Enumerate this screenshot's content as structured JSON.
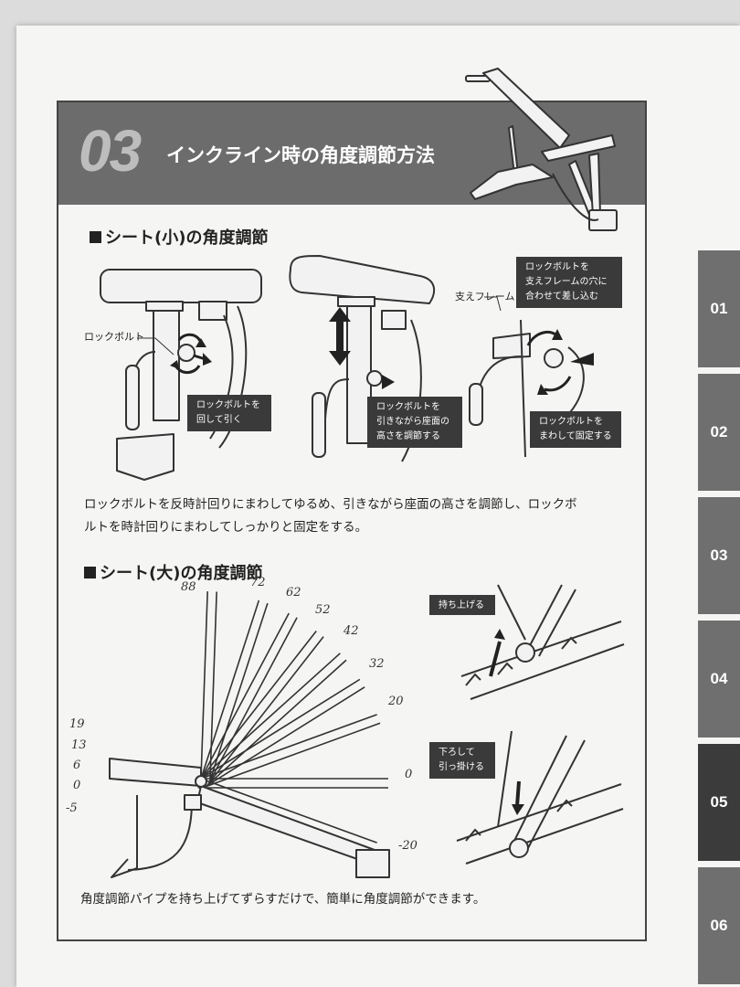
{
  "header": {
    "section_number": "03",
    "title": "インクライン時の角度調節方法"
  },
  "section_small": {
    "heading": "シート(小)の角度調節",
    "labels": {
      "lock_bolt": "ロックボルト",
      "support_frame": "支えフレーム"
    },
    "callouts": {
      "turn_pull_1": "ロックボルトを",
      "turn_pull_2": "回して引く",
      "adjust_1": "ロックボルトを",
      "adjust_2": "引きながら座面の",
      "adjust_3": "高さを調節する",
      "align_1": "ロックボルトを",
      "align_2": "支えフレームの穴に",
      "align_3": "合わせて差し込む",
      "fix_1": "ロックボルトを",
      "fix_2": "まわして固定する"
    },
    "instruction_line1": "ロックボルトを反時計回りにまわしてゆるめ、引きながら座面の高さを調節し、ロックボ",
    "instruction_line2": "ルトを時計回りにまわしてしっかりと固定をする。"
  },
  "section_large": {
    "heading": "シート(大)の角度調節",
    "callouts": {
      "lift": "持ち上げる",
      "lower_1": "下ろして",
      "lower_2": "引っ掛ける"
    },
    "instruction": "角度調節パイプを持ち上げてずらすだけで、簡単に角度調節ができます。",
    "handwritten_back_angles": [
      "88",
      "72",
      "62",
      "52",
      "42",
      "32",
      "20",
      "0",
      "-20"
    ],
    "handwritten_seat_angles": [
      "19",
      "13",
      "6",
      "0",
      "-5"
    ]
  },
  "side_tabs": [
    "01",
    "02",
    "03",
    "04",
    "05",
    "06"
  ],
  "active_tab": "05"
}
